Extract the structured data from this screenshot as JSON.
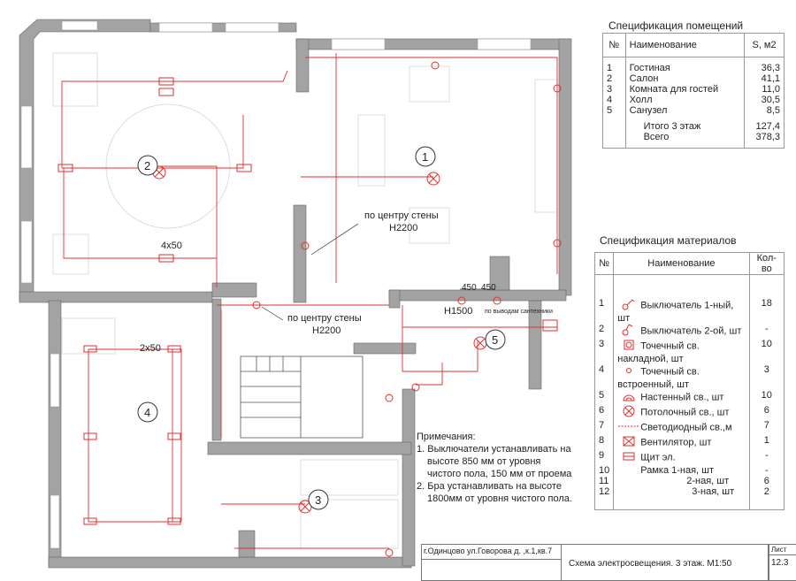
{
  "room_spec": {
    "title": "Спецификация помещений",
    "headers": [
      "№",
      "Наименование",
      "S, м2"
    ],
    "rows": [
      {
        "n": "1",
        "name": "Гостиная",
        "s": "36,3"
      },
      {
        "n": "2",
        "name": "Салон",
        "s": "41,1"
      },
      {
        "n": "3",
        "name": "Комната для гостей",
        "s": "11,0"
      },
      {
        "n": "4",
        "name": "Холл",
        "s": "30,5"
      },
      {
        "n": "5",
        "name": "Санузел",
        "s": "8,5"
      }
    ],
    "total_floor_label": "Итого 3 этаж",
    "total_floor": "127,4",
    "total_label": "Всего",
    "total": "378,3"
  },
  "material_spec": {
    "title": "Спецификация материалов",
    "headers": [
      "№",
      "Наименование",
      "Кол-во"
    ],
    "rows": [
      {
        "n": "1",
        "icon": "switch-1-icon",
        "name": "Выключатель 1-ный, шт",
        "q": "18"
      },
      {
        "n": "2",
        "icon": "switch-2-icon",
        "name": "Выключатель 2-ой, шт",
        "q": "-"
      },
      {
        "n": "3",
        "icon": "surface-spotlight-icon",
        "name": "Точечный св. накладной,     шт",
        "q": "10"
      },
      {
        "n": "4",
        "icon": "recessed-spotlight-icon",
        "name": "Точечный св. встроенный,    шт",
        "q": "3"
      },
      {
        "n": "5",
        "icon": "wall-light-icon",
        "name": "Настенный св., шт",
        "q": "10"
      },
      {
        "n": "6",
        "icon": "ceiling-light-icon",
        "name": "Потолочный св., шт",
        "q": "6"
      },
      {
        "n": "7",
        "icon": "led-strip-icon",
        "name": "Светодиодный св.,м",
        "q": "7"
      },
      {
        "n": "8",
        "icon": "fan-icon",
        "name": "Вентилятор, шт",
        "q": "1"
      },
      {
        "n": "9",
        "icon": "panel-icon",
        "name": "Щит эл.",
        "q": "-"
      },
      {
        "n": "10",
        "icon": "",
        "name": "Рамка 1-ная, шт",
        "q": "-"
      },
      {
        "n": "11",
        "icon": "",
        "name": "2-ная, шт",
        "q": "6"
      },
      {
        "n": "12",
        "icon": "",
        "name": "3-ная, шт",
        "q": "2"
      }
    ]
  },
  "notes": {
    "title": "Примечания:",
    "items": [
      "1. Выключатели устанавливать на",
      "высоте 850 мм от уровня",
      "чистого пола, 150 мм от проема",
      "2. Бра устанавливать на высоте",
      "1800мм от уровня чистого пола."
    ]
  },
  "plan": {
    "room_numbers": [
      "1",
      "2",
      "3",
      "4",
      "5"
    ],
    "annotations": {
      "wall_center_1": "по центру стены",
      "h2200_1": "Н2200",
      "wall_center_2": "по центру стены",
      "h2200_2": "Н2200",
      "led_4x50": "4х50",
      "led_2x50": "2х50",
      "dim_450_a": "450",
      "dim_450_b": "450",
      "h1500": "Н1500",
      "plumbing": "по выводам сантехники"
    }
  },
  "title_block": {
    "address": "г.Одинцово ул.Говорова д.    ,к.1,кв.7",
    "drawing_title": "Схема электросвещения. 3 этаж. М1:50",
    "sheet_label": "Лист",
    "sheet": "12.3"
  },
  "colors": {
    "wire": "#e03030",
    "wall": "#a3a3a3"
  }
}
